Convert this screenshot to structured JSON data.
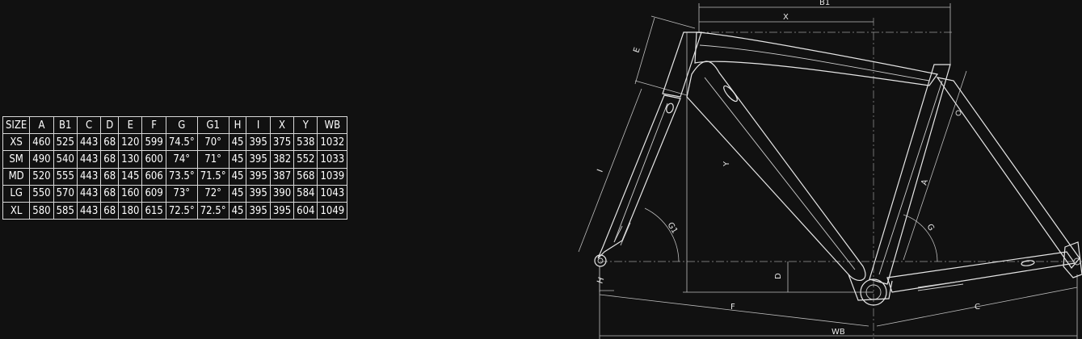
{
  "table": {
    "headers": [
      "SIZE",
      "A",
      "B1",
      "C",
      "D",
      "E",
      "F",
      "G",
      "G1",
      "H",
      "I",
      "X",
      "Y",
      "WB"
    ],
    "rows": [
      [
        "XS",
        "460",
        "525",
        "443",
        "68",
        "120",
        "599",
        "74.5°",
        "70°",
        "45",
        "395",
        "375",
        "538",
        "1032"
      ],
      [
        "SM",
        "490",
        "540",
        "443",
        "68",
        "130",
        "600",
        "74°",
        "71°",
        "45",
        "395",
        "382",
        "552",
        "1033"
      ],
      [
        "MD",
        "520",
        "555",
        "443",
        "68",
        "145",
        "606",
        "73.5°",
        "71.5°",
        "45",
        "395",
        "387",
        "568",
        "1039"
      ],
      [
        "LG",
        "550",
        "570",
        "443",
        "68",
        "160",
        "609",
        "73°",
        "72°",
        "45",
        "395",
        "390",
        "584",
        "1043"
      ],
      [
        "XL",
        "580",
        "585",
        "443",
        "68",
        "180",
        "615",
        "72.5°",
        "72.5°",
        "45",
        "395",
        "395",
        "604",
        "1049"
      ]
    ]
  },
  "diagram": {
    "labels": {
      "B1": "B1",
      "X": "X",
      "E": "E",
      "I": "I",
      "Y": "Y",
      "A": "A",
      "G1": "G1",
      "G": "G",
      "D": "D",
      "H": "H",
      "F": "F",
      "C": "C",
      "WB": "WB"
    }
  }
}
